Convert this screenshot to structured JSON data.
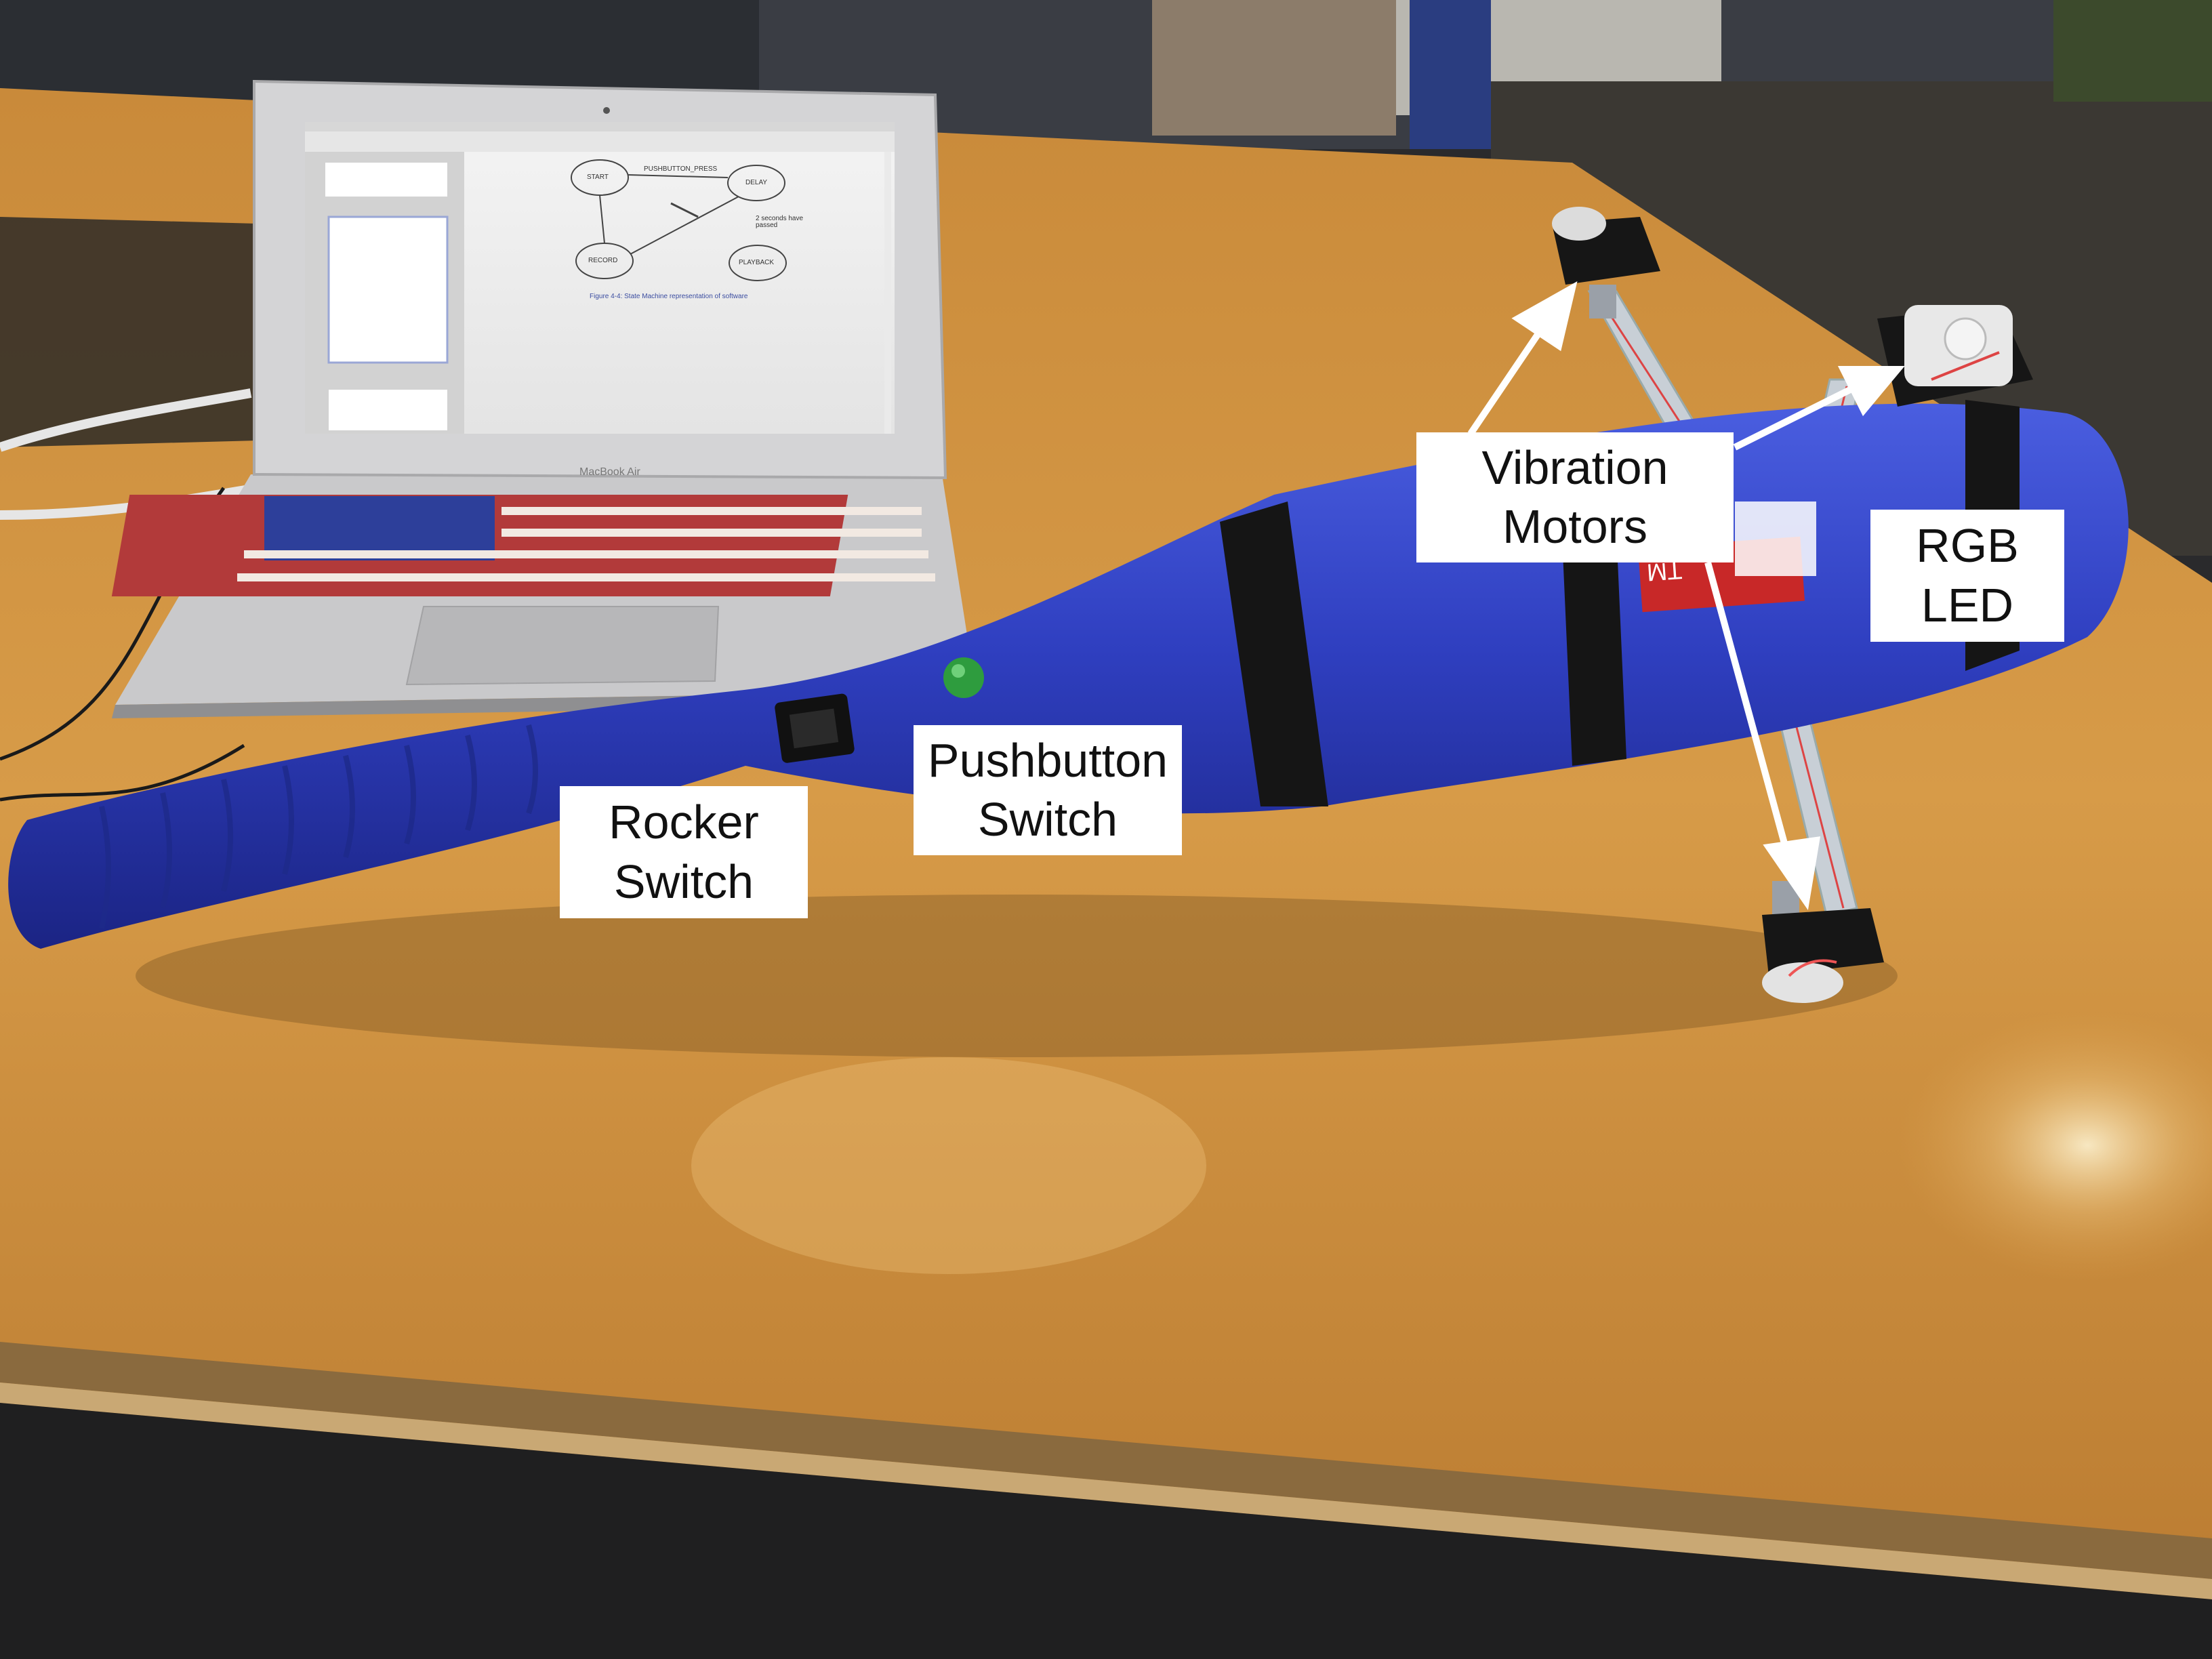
{
  "photo": {
    "laptop": {
      "brand_text": "MacBook Air",
      "screen": {
        "states": [
          "START",
          "DELAY",
          "RECORD",
          "PLAYBACK"
        ],
        "transition_label": "PUSHBUTTON_PRESS",
        "delay_note": "2 seconds have passed",
        "caption": "Figure 4-4: State Machine representation of software"
      }
    },
    "bat": {
      "sticker_text": "TM"
    },
    "colors": {
      "table": "#d89a45",
      "bat": "#2f3fc0",
      "tape": "#151515",
      "arrow": "#ffffff",
      "label_bg": "#ffffff"
    }
  },
  "annotations": {
    "vibration_motors": {
      "line1": "Vibration",
      "line2": "Motors"
    },
    "rgb_led": {
      "line1": "RGB",
      "line2": "LED"
    },
    "pushbutton_switch": {
      "line1": "Pushbutton",
      "line2": "Switch"
    },
    "rocker_switch": {
      "line1": "Rocker",
      "line2": "Switch"
    }
  }
}
